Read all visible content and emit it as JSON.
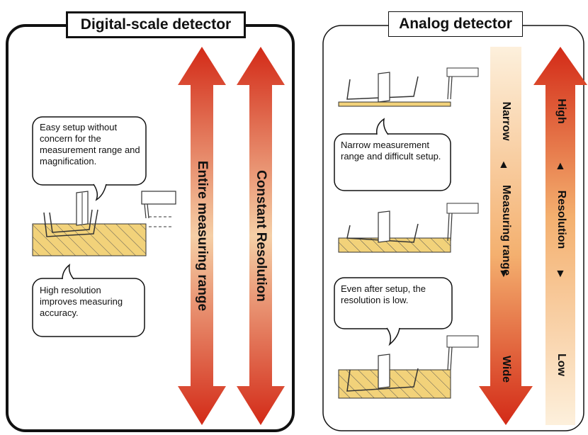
{
  "left_panel": {
    "title": "Digital-scale detector",
    "callout_top": "Easy setup without concern for the measurement range and magnification.",
    "callout_bottom": "High resolution improves measuring accuracy.",
    "arrow1_label": "Entire measuring range",
    "arrow2_label": "Constant Resolution"
  },
  "right_panel": {
    "title": "Analog detector",
    "callout_top": "Narrow measurement range and difficult setup.",
    "callout_bottom": "Even after setup, the resolution is low.",
    "range_arrow": {
      "top": "Narrow",
      "middle": "Measuring range",
      "bottom": "Wide"
    },
    "resolution_arrow": {
      "top": "High",
      "middle": "Resolution",
      "bottom": "Low"
    }
  },
  "colors": {
    "arrow_dark": "#d32a17",
    "arrow_light": "#f6d9b6",
    "hatch": "#f2d27a"
  }
}
